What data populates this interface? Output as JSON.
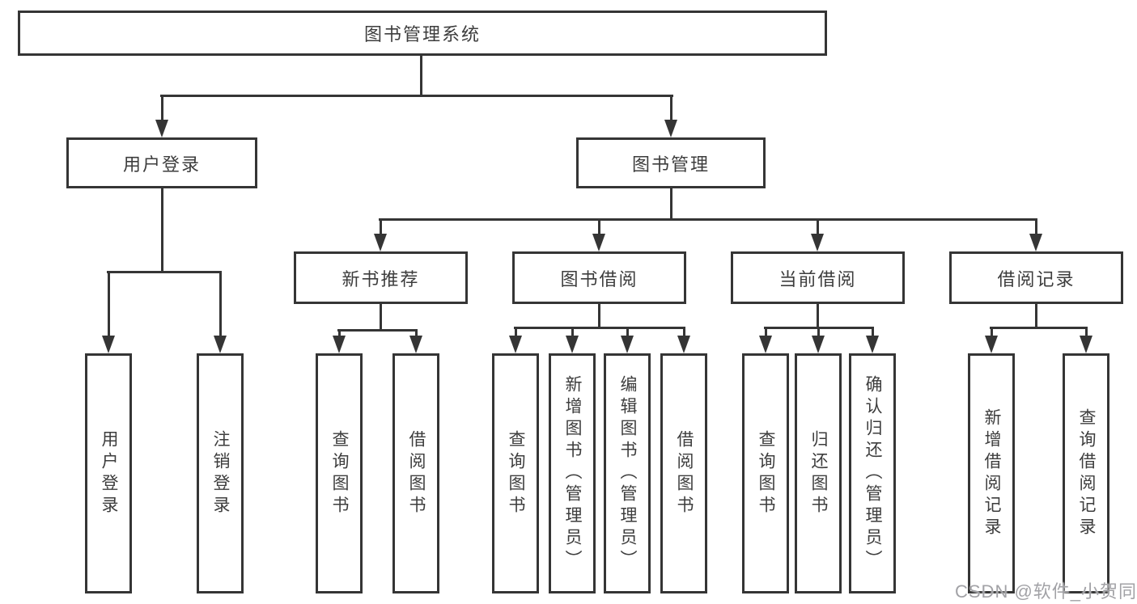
{
  "diagram": {
    "title": "图书管理系统",
    "level2": [
      {
        "label": "用户登录"
      },
      {
        "label": "图书管理"
      }
    ],
    "level3": [
      {
        "label": "新书推荐"
      },
      {
        "label": "图书借阅"
      },
      {
        "label": "当前借阅"
      },
      {
        "label": "借阅记录"
      }
    ],
    "leaves": {
      "user_login": [
        "用户登录",
        "注销登录"
      ],
      "new_book_rec": [
        "查询图书",
        "借阅图书"
      ],
      "book_borrow": [
        "查询图书",
        "新增图书（管理员）",
        "编辑图书（管理员）",
        "借阅图书"
      ],
      "current_borrow": [
        "查询图书",
        "归还图书",
        "确认归还（管理员）"
      ],
      "borrow_records": [
        "新增借阅记录",
        "查询借阅记录"
      ]
    }
  },
  "watermark": {
    "text": "CSDN @软件_小贺同学"
  },
  "colors": {
    "line": "#353535",
    "box_border": "#353535",
    "text": "#3d3d3d",
    "watermark": "#a2a2a6",
    "background": "#ffffff"
  }
}
